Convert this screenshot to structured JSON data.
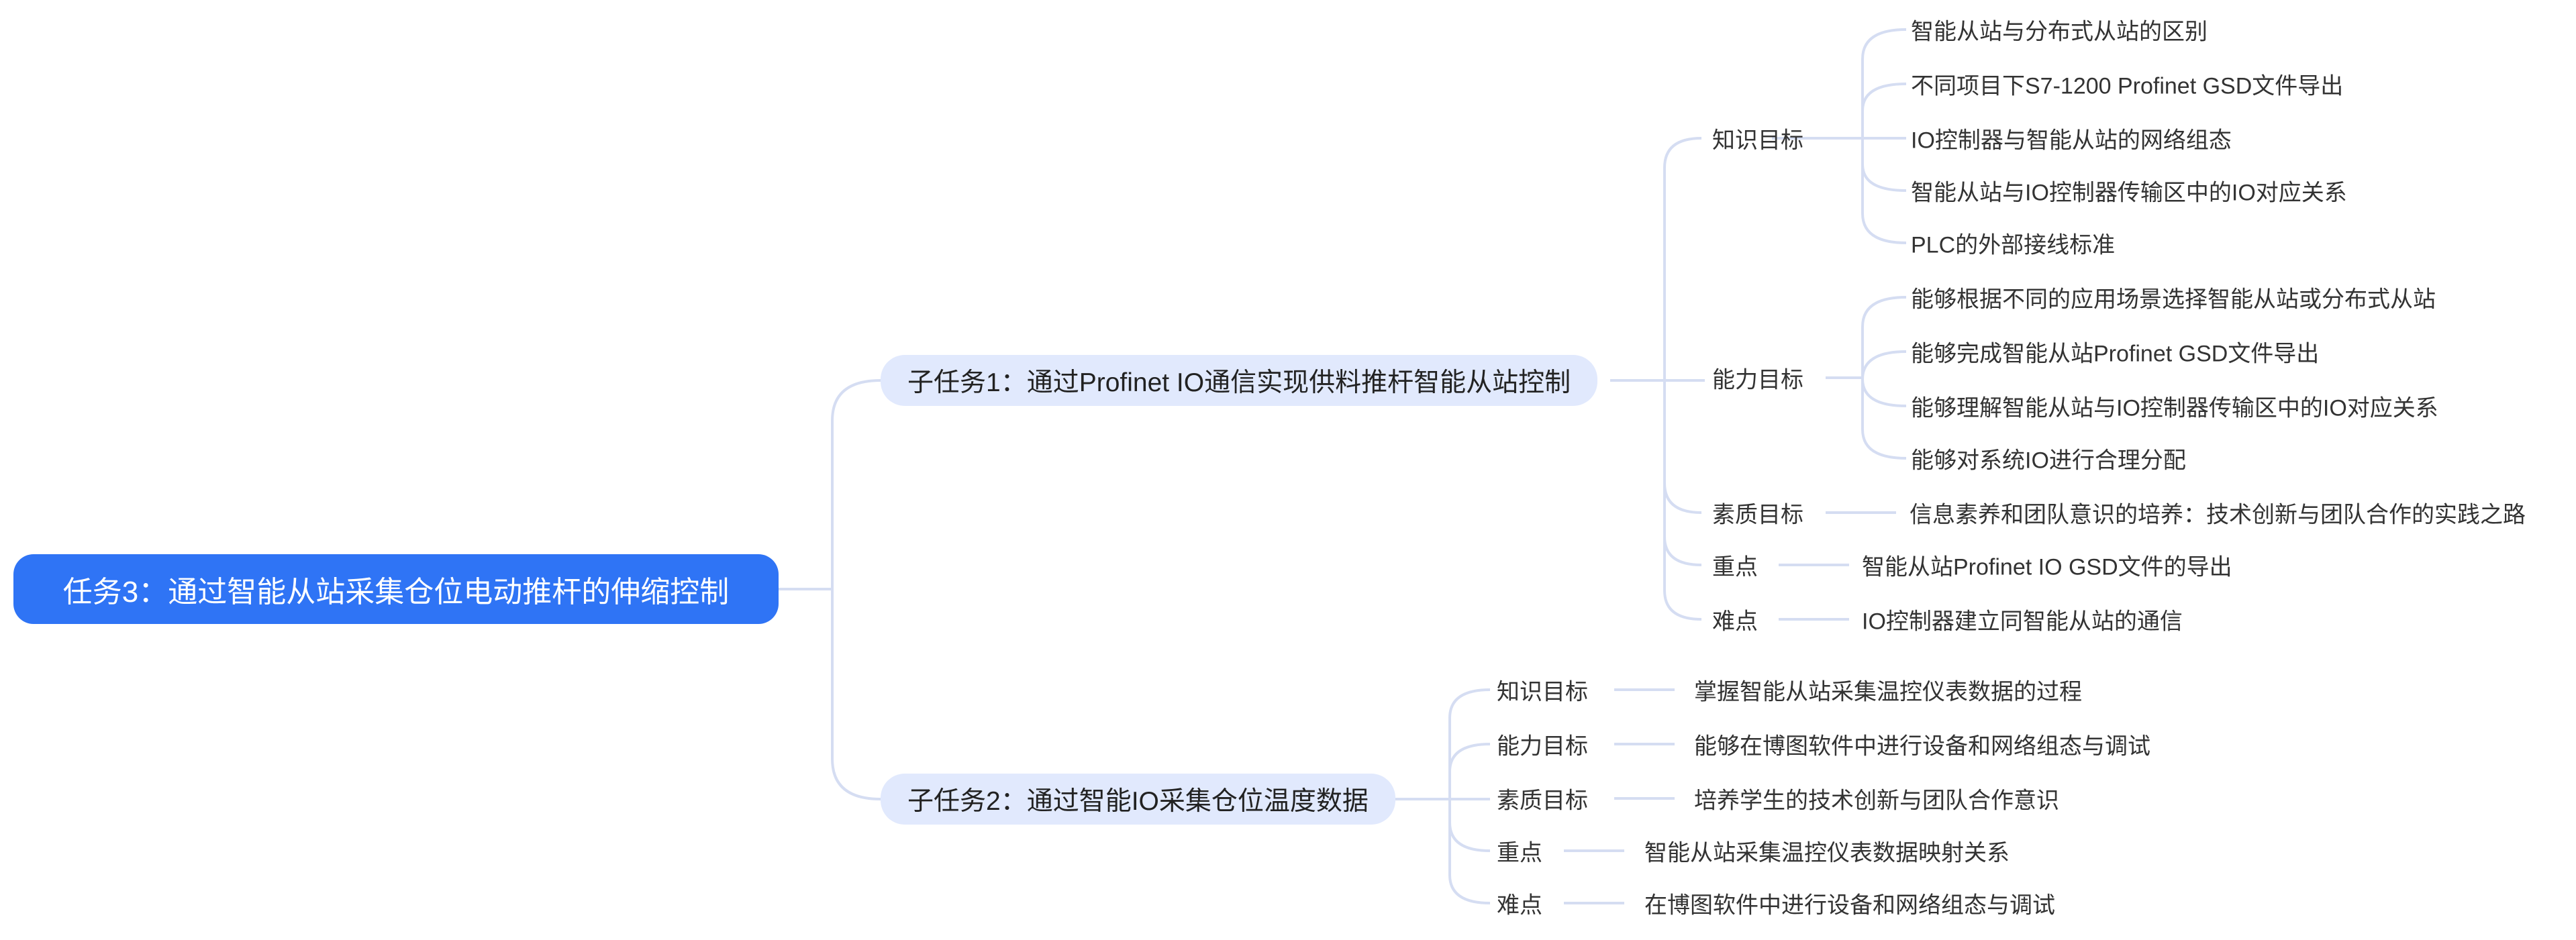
{
  "root": {
    "label": "任务3：通过智能从站采集仓位电动推杆的伸缩控制"
  },
  "subtasks": [
    {
      "label": "子任务1：通过Profinet IO通信实现供料推杆智能从站控制",
      "groups": [
        {
          "label": "知识目标",
          "items": [
            "智能从站与分布式从站的区别",
            "不同项目下S7-1200 Profinet GSD文件导出",
            "IO控制器与智能从站的网络组态",
            "智能从站与IO控制器传输区中的IO对应关系",
            "PLC的外部接线标准"
          ]
        },
        {
          "label": "能力目标",
          "items": [
            "能够根据不同的应用场景选择智能从站或分布式从站",
            "能够完成智能从站Profinet GSD文件导出",
            "能够理解智能从站与IO控制器传输区中的IO对应关系",
            "能够对系统IO进行合理分配"
          ]
        },
        {
          "label": "素质目标",
          "items": [
            "信息素养和团队意识的培养：技术创新与团队合作的实践之路"
          ]
        },
        {
          "label": "重点",
          "items": [
            "智能从站Profinet IO GSD文件的导出"
          ]
        },
        {
          "label": "难点",
          "items": [
            "IO控制器建立同智能从站的通信"
          ]
        }
      ]
    },
    {
      "label": "子任务2：通过智能IO采集仓位温度数据",
      "groups": [
        {
          "label": "知识目标",
          "items": [
            "掌握智能从站采集温控仪表数据的过程"
          ]
        },
        {
          "label": "能力目标",
          "items": [
            "能够在博图软件中进行设备和网络组态与调试"
          ]
        },
        {
          "label": "素质目标",
          "items": [
            "培养学生的技术创新与团队合作意识"
          ]
        },
        {
          "label": "重点",
          "items": [
            "智能从站采集温控仪表数据映射关系"
          ]
        },
        {
          "label": "难点",
          "items": [
            "在博图软件中进行设备和网络组态与调试"
          ]
        }
      ]
    }
  ],
  "colors": {
    "root": "#2f74f5",
    "subtask": "#e1e9fd",
    "link": "#d5ddf2"
  }
}
